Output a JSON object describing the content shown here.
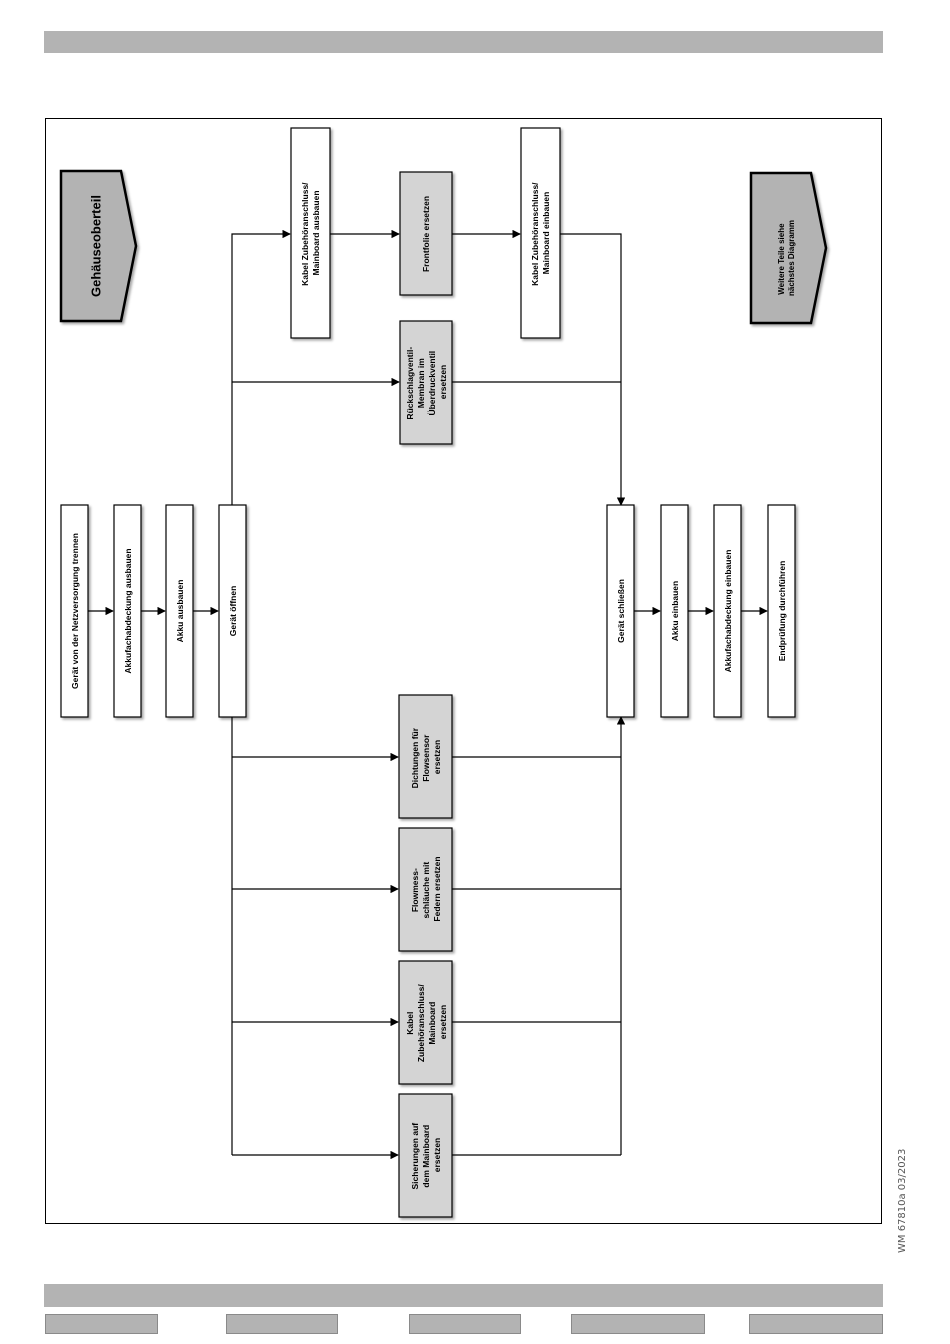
{
  "steps": {
    "disconnect": "Gerät von der Netzversorgung trennen",
    "remove_cover": "Akkufachabdeckung ausbauen",
    "remove_battery": "Akku ausbauen",
    "open_device": "Gerät öffnen",
    "cable_remove_1": "Kabel Zubehöranschluss/",
    "cable_remove_2": "Mainboard ausbauen",
    "front_foil": "Frontfolie ersetzen",
    "cable_install_1": "Kabel Zubehöranschluss/",
    "cable_install_2": "Mainboard einbauen",
    "valve_1": "Rückschlagventil-",
    "valve_2": "Membran im",
    "valve_3": "Überdruckventil",
    "valve_4": "ersetzen",
    "seals_1": "Dichtungen für",
    "seals_2": "Flowsensor",
    "seals_3": "ersetzen",
    "tubes_1": "Flowmess-",
    "tubes_2": "schläuche mit",
    "tubes_3": "Federn ersetzen",
    "cable_rep_1": "Kabel",
    "cable_rep_2": "Zubehöranschluss/",
    "cable_rep_3": "Mainboard",
    "cable_rep_4": "ersetzen",
    "fuses_1": "Sicherungen auf",
    "fuses_2": "dem Mainboard",
    "fuses_3": "ersetzen",
    "close_device": "Gerät schließen",
    "install_battery": "Akku einbauen",
    "install_cover": "Akkufachabdeckung einbauen",
    "final_test": "Endprüfung durchführen"
  },
  "start_label": "Gehäuseoberteil",
  "next_1": "Weitere Teile siehe",
  "next_2": "nächstes Diagramm",
  "doc_id": "WM 67810a 03/2023"
}
